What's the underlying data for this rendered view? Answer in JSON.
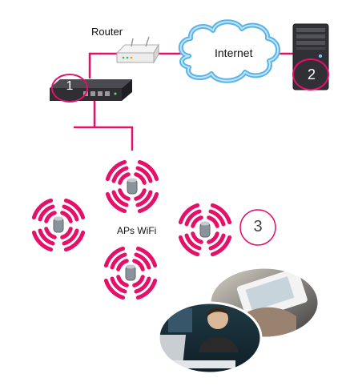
{
  "labels": {
    "router": "Router",
    "internet": "Internet",
    "aps": "APs WiFi"
  },
  "markers": {
    "one": "1",
    "two": "2",
    "three": "3"
  },
  "colors": {
    "link": "#e4106a",
    "cloud_fill": "#ffffff",
    "cloud_stroke": "#5ab4e8",
    "switch_body": "#2e2e33",
    "server_body": "#303036",
    "ap_body": "#8a939c"
  },
  "icons": {
    "router": "router-icon",
    "switch": "switch-icon",
    "server": "server-icon",
    "cloud": "internet-cloud-icon",
    "access_point": "access-point-icon",
    "photo": "users-photo"
  }
}
